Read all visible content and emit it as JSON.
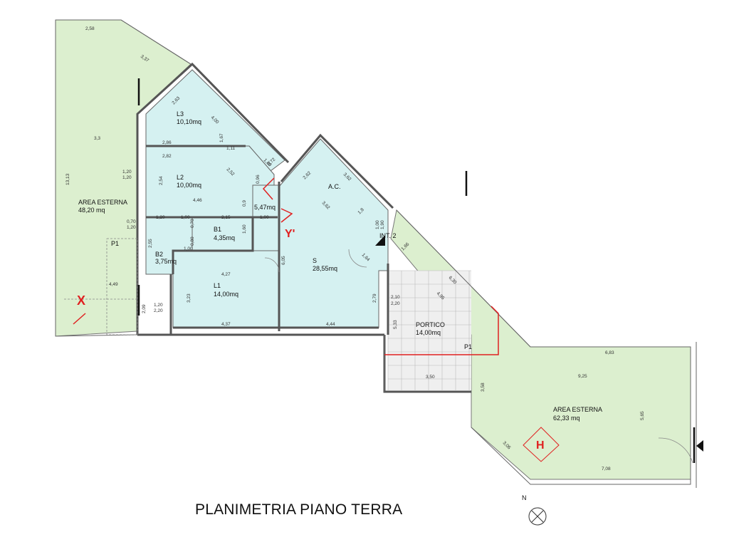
{
  "title": "PLANIMETRIA PIANO TERRA",
  "colors": {
    "exterior_fill": "#dcefcf",
    "interior_fill": "#d5f1f1",
    "wall": "#555555",
    "marker": "#e02020",
    "tile": "#efefef"
  },
  "rooms": {
    "area_esterna_w_name": "AREA ESTERNA",
    "area_esterna_w_area": "48,20 mq",
    "l3_name": "L3",
    "l3_area": "10,10mq",
    "l2_name": "L2",
    "l2_area": "10,00mq",
    "corr_area": "5,47mq",
    "b1_name": "B1",
    "b1_area": "4,35mq",
    "b2_name": "B2",
    "b2_area": "3,75mq",
    "l1_name": "L1",
    "l1_area": "14,00mq",
    "ac_name": "A.C.",
    "s_name": "S",
    "s_area": "28,55mq",
    "int_name": "INT. 2",
    "portico_name": "PORTICO",
    "portico_area": "14,00mq",
    "area_esterna_e_name": "AREA ESTERNA",
    "area_esterna_e_area": "62,33 mq"
  },
  "markers": {
    "x": "X",
    "y": "Y'",
    "h": "H",
    "p1_left": "P1",
    "p1_right": "P1"
  },
  "compass": {
    "north": "N"
  },
  "dimensions": {
    "d1": "2,58",
    "d2": "3,37",
    "d3": "13,13",
    "d4": "3,3",
    "d5": "1,20",
    "d6": "1,20",
    "d7": "0,70",
    "d8": "1,20",
    "d9": "4,49",
    "d10": "1,20",
    "d11": "2,20",
    "d12": "2,09",
    "d13": "2,63",
    "d14": "4,00",
    "d15": "2,86",
    "d16": "1,67",
    "d17": "1,11",
    "d18": "2,82",
    "d19": "2,54",
    "d20": "2,52",
    "d21": "4,46",
    "d22": "1,80",
    "d23": "0,72",
    "d24": "0,96",
    "d25": "0,9",
    "d26": "1,20",
    "d27": "1,00",
    "d28": "2,15",
    "d29": "1,00",
    "d30": "0,70",
    "d31": "1,60",
    "d32": "1,00",
    "d33": "0,80",
    "d34": "2,55",
    "d35": "4,27",
    "d36": "3,23",
    "d37": "4,37",
    "d38": "6,05",
    "d39": "2,62",
    "d40": "3,62",
    "d41": "3,62",
    "d42": "1,8",
    "d43": "1,00",
    "d44": "1,90",
    "d45": "1,64",
    "d46": "1,66",
    "d47": "2,79",
    "d48": "4,44",
    "d49": "2,10",
    "d50": "2,20",
    "d51": "5,33",
    "d52": "6,30",
    "d53": "4,95",
    "d54": "3,50",
    "d55": "3,58",
    "d56": "6,83",
    "d57": "9,25",
    "d58": "5,65",
    "d59": "3,06",
    "d60": "7,08"
  }
}
